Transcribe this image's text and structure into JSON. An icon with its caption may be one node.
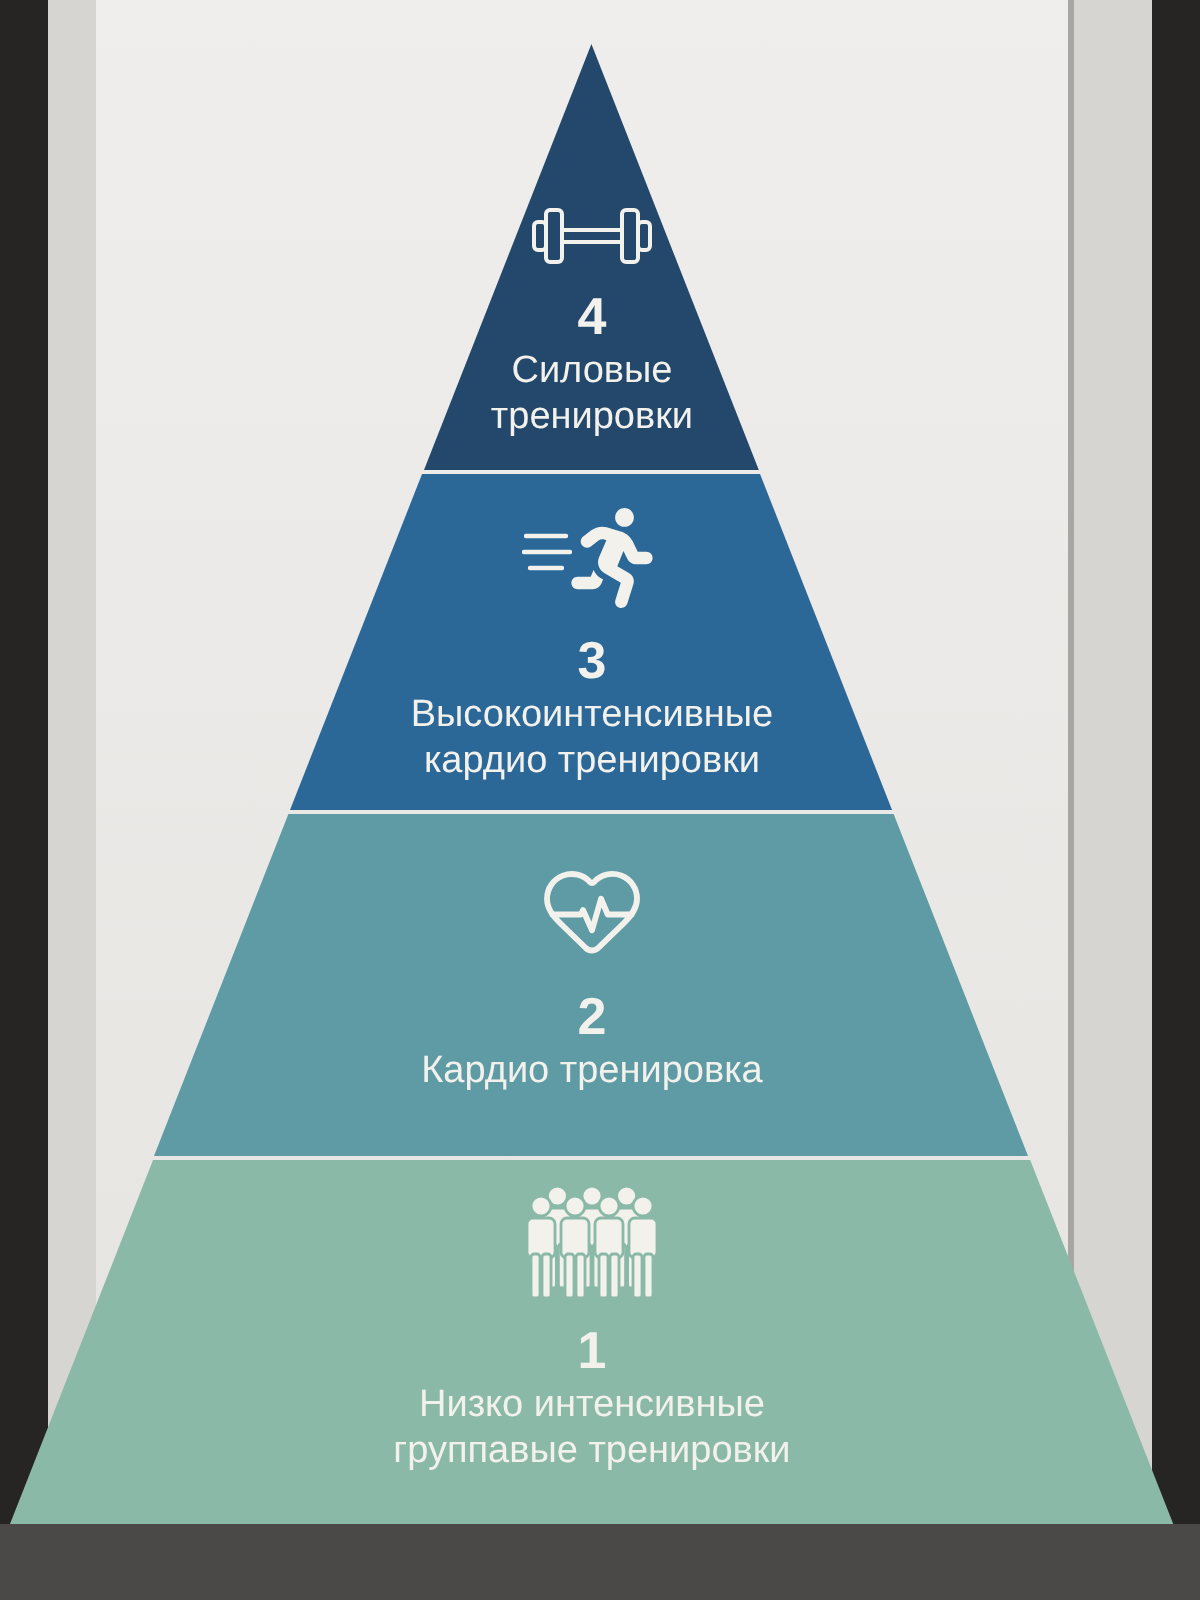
{
  "diagram": {
    "nodes": [
      {
        "text": [
          "4",
          "Силовые тренировки"
        ]
      },
      {
        "text": [
          "3",
          "Высокоинтенсивные кардио тренировки"
        ]
      },
      {
        "text": [
          "2",
          "Кардио тренировка"
        ]
      },
      {
        "text": [
          "1",
          "Низко интенсивные группавые тренировки"
        ]
      }
    ]
  }
}
